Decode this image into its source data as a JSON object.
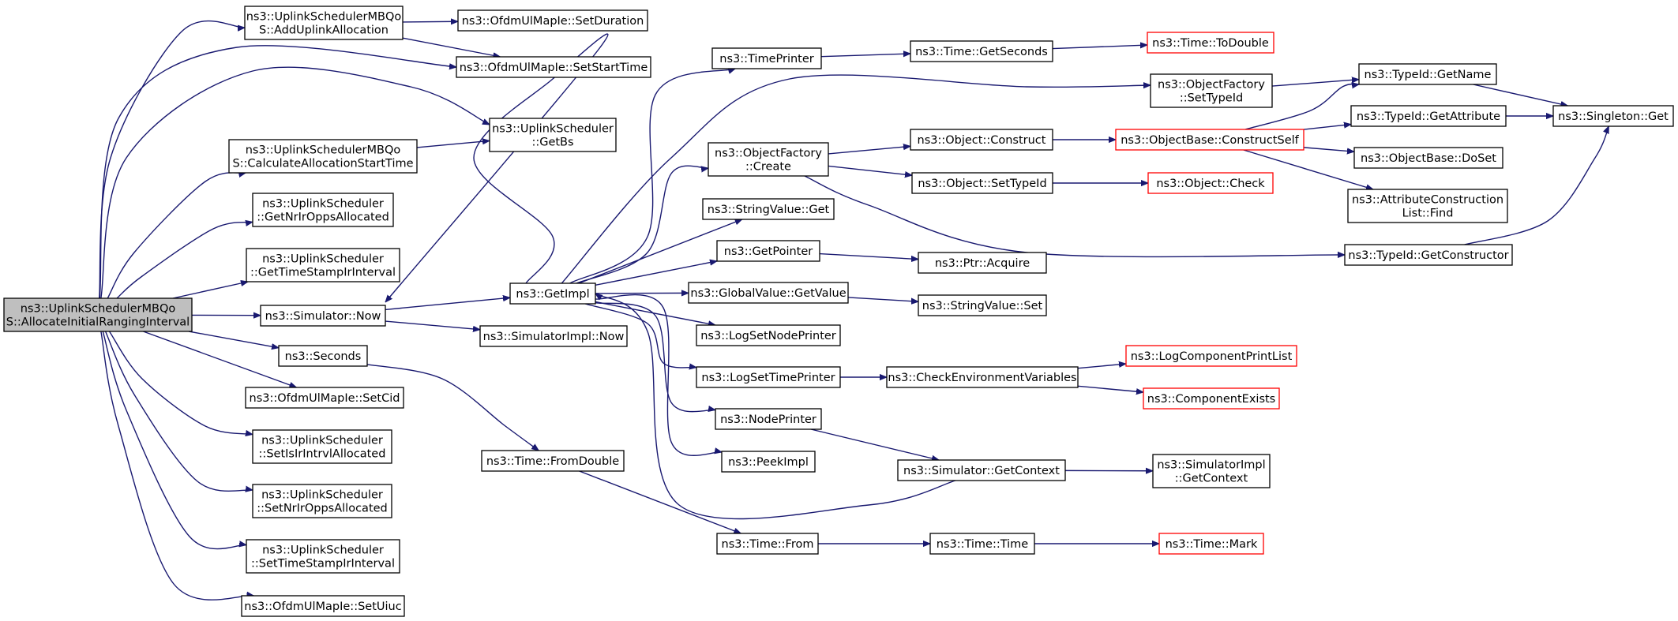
{
  "nodes": [
    {
      "id": "root",
      "lines": [
        "ns3::UplinkSchedulerMBQo",
        "S::AllocateInitialRangingInterval"
      ],
      "style": "root"
    },
    {
      "id": "addUplinkAllocation",
      "lines": [
        "ns3::UplinkSchedulerMBQo",
        "S::AddUplinkAllocation"
      ],
      "style": "normal"
    },
    {
      "id": "setDuration",
      "lines": [
        "ns3::OfdmUlMapIe::SetDuration"
      ],
      "style": "normal"
    },
    {
      "id": "setStartTime",
      "lines": [
        "ns3::OfdmUlMapIe::SetStartTime"
      ],
      "style": "normal"
    },
    {
      "id": "getBs",
      "lines": [
        "ns3::UplinkScheduler",
        "::GetBs"
      ],
      "style": "normal"
    },
    {
      "id": "calcStartTime",
      "lines": [
        "ns3::UplinkSchedulerMBQo",
        "S::CalculateAllocationStartTime"
      ],
      "style": "normal"
    },
    {
      "id": "getNrIrOpps",
      "lines": [
        "ns3::UplinkScheduler",
        "::GetNrIrOppsAllocated"
      ],
      "style": "normal"
    },
    {
      "id": "getTimeStamp",
      "lines": [
        "ns3::UplinkScheduler",
        "::GetTimeStampIrInterval"
      ],
      "style": "normal"
    },
    {
      "id": "simNow",
      "lines": [
        "ns3::Simulator::Now"
      ],
      "style": "normal"
    },
    {
      "id": "seconds",
      "lines": [
        "ns3::Seconds"
      ],
      "style": "normal"
    },
    {
      "id": "setCid",
      "lines": [
        "ns3::OfdmUlMapIe::SetCid"
      ],
      "style": "normal"
    },
    {
      "id": "setIsIr",
      "lines": [
        "ns3::UplinkScheduler",
        "::SetIsIrIntrvlAllocated"
      ],
      "style": "normal"
    },
    {
      "id": "setNrIr",
      "lines": [
        "ns3::UplinkScheduler",
        "::SetNrIrOppsAllocated"
      ],
      "style": "normal"
    },
    {
      "id": "setTimeStamp",
      "lines": [
        "ns3::UplinkScheduler",
        "::SetTimeStampIrInterval"
      ],
      "style": "normal"
    },
    {
      "id": "setUiuc",
      "lines": [
        "ns3::OfdmUlMapIe::SetUiuc"
      ],
      "style": "normal"
    },
    {
      "id": "getImpl",
      "lines": [
        "ns3::GetImpl"
      ],
      "style": "normal"
    },
    {
      "id": "simImplNow",
      "lines": [
        "ns3::SimulatorImpl::Now"
      ],
      "style": "normal"
    },
    {
      "id": "fromDouble",
      "lines": [
        "ns3::Time::FromDouble"
      ],
      "style": "normal"
    },
    {
      "id": "timeFrom",
      "lines": [
        "ns3::Time::From"
      ],
      "style": "normal"
    },
    {
      "id": "timePrinter",
      "lines": [
        "ns3::TimePrinter"
      ],
      "style": "normal"
    },
    {
      "id": "ofCreate",
      "lines": [
        "ns3::ObjectFactory",
        "::Create"
      ],
      "style": "normal"
    },
    {
      "id": "strGet",
      "lines": [
        "ns3::StringValue::Get"
      ],
      "style": "normal"
    },
    {
      "id": "getPointer",
      "lines": [
        "ns3::GetPointer"
      ],
      "style": "normal"
    },
    {
      "id": "gvGetValue",
      "lines": [
        "ns3::GlobalValue::GetValue"
      ],
      "style": "normal"
    },
    {
      "id": "logNodePrinter",
      "lines": [
        "ns3::LogSetNodePrinter"
      ],
      "style": "normal"
    },
    {
      "id": "logTimePrinter",
      "lines": [
        "ns3::LogSetTimePrinter"
      ],
      "style": "normal"
    },
    {
      "id": "nodePrinter",
      "lines": [
        "ns3::NodePrinter"
      ],
      "style": "normal"
    },
    {
      "id": "peekImpl",
      "lines": [
        "ns3::PeekImpl"
      ],
      "style": "normal"
    },
    {
      "id": "getSeconds",
      "lines": [
        "ns3::Time::GetSeconds"
      ],
      "style": "normal"
    },
    {
      "id": "toDouble",
      "lines": [
        "ns3::Time::ToDouble"
      ],
      "style": "red"
    },
    {
      "id": "ofSetTypeId",
      "lines": [
        "ns3::ObjectFactory",
        "::SetTypeId"
      ],
      "style": "normal"
    },
    {
      "id": "objConstruct",
      "lines": [
        "ns3::Object::Construct"
      ],
      "style": "normal"
    },
    {
      "id": "objSetTypeId",
      "lines": [
        "ns3::Object::SetTypeId"
      ],
      "style": "normal"
    },
    {
      "id": "ptrAcquire",
      "lines": [
        "ns3::Ptr::Acquire"
      ],
      "style": "normal"
    },
    {
      "id": "strSet",
      "lines": [
        "ns3::StringValue::Set"
      ],
      "style": "normal"
    },
    {
      "id": "checkEnv",
      "lines": [
        "ns3::CheckEnvironmentVariables"
      ],
      "style": "normal"
    },
    {
      "id": "simGetContext",
      "lines": [
        "ns3::Simulator::GetContext"
      ],
      "style": "normal"
    },
    {
      "id": "timeTime",
      "lines": [
        "ns3::Time::Time"
      ],
      "style": "normal"
    },
    {
      "id": "constructSelf",
      "lines": [
        "ns3::ObjectBase::ConstructSelf"
      ],
      "style": "red"
    },
    {
      "id": "objCheck",
      "lines": [
        "ns3::Object::Check"
      ],
      "style": "red"
    },
    {
      "id": "logCompPrint",
      "lines": [
        "ns3::LogComponentPrintList"
      ],
      "style": "red"
    },
    {
      "id": "compExists",
      "lines": [
        "ns3::ComponentExists"
      ],
      "style": "red"
    },
    {
      "id": "simImplGetContext",
      "lines": [
        "ns3::SimulatorImpl",
        "::GetContext"
      ],
      "style": "normal"
    },
    {
      "id": "timeMark",
      "lines": [
        "ns3::Time::Mark"
      ],
      "style": "red"
    },
    {
      "id": "tidGetName",
      "lines": [
        "ns3::TypeId::GetName"
      ],
      "style": "normal"
    },
    {
      "id": "tidGetAttribute",
      "lines": [
        "ns3::TypeId::GetAttribute"
      ],
      "style": "normal"
    },
    {
      "id": "obDoSet",
      "lines": [
        "ns3::ObjectBase::DoSet"
      ],
      "style": "normal"
    },
    {
      "id": "acFind",
      "lines": [
        "ns3::AttributeConstruction",
        "List::Find"
      ],
      "style": "normal"
    },
    {
      "id": "tidGetConstructor",
      "lines": [
        "ns3::TypeId::GetConstructor"
      ],
      "style": "normal"
    },
    {
      "id": "singletonGet",
      "lines": [
        "ns3::Singleton::Get"
      ],
      "style": "normal"
    }
  ],
  "colors": {
    "edge": "#191970",
    "red_border": "#ff0000",
    "root_fill": "#bfbfbf"
  }
}
